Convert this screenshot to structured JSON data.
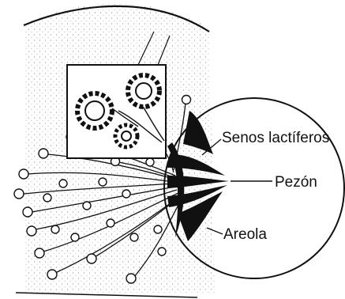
{
  "labels": {
    "sinuses": "Senos lactíferos",
    "nipple": "Pezón",
    "areola": "Areola"
  },
  "colors": {
    "ink": "#111111",
    "background": "#ffffff"
  }
}
